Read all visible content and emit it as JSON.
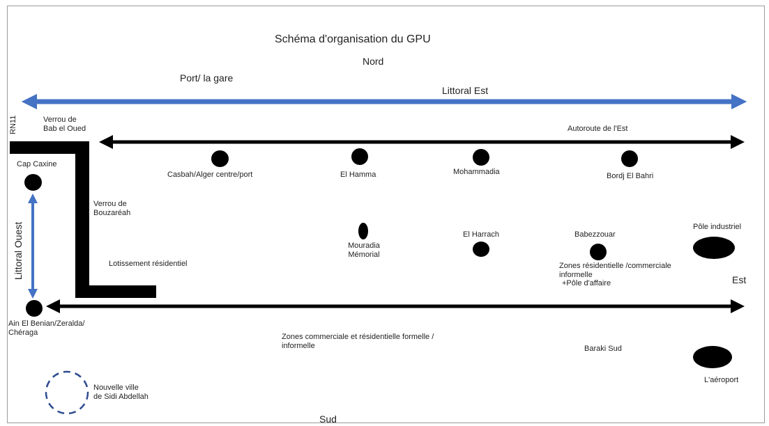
{
  "title": "Schéma d'organisation du GPU",
  "directions": {
    "north": "Nord",
    "south": "Sud",
    "east": "Est"
  },
  "labels": {
    "port_gare": "Port/ la gare",
    "littoral_est": "Littoral Est",
    "rn11": "RN11",
    "verrou_line1": "Verrou de",
    "verrou_line2": "Bab el Oued",
    "autoroute_est": "Autoroute de l'Est",
    "cap_caxine": "Cap Caxine",
    "casbah": "Casbah/Alger centre/port",
    "el_hamma": "El Hamma",
    "mohammadia": "Mohammadia",
    "bordj_el_bahri": "Bordj El Bahri",
    "verrou_bouzareah_line1": "Verrou de",
    "verrou_bouzareah_line2": "Bouzaréah",
    "littoral_ouest": "Littoral Ouest",
    "mouradia_line1": "Mouradia",
    "mouradia_line2": "Mémorial",
    "el_harrach": "El Harrach",
    "bab_ezzouar": "Babezzouar",
    "pole_industriel": "Pôle industriel",
    "lotissement": "Lotissement résidentiel",
    "zones_line1": "Zones résidentielle /commerciale",
    "zones_line2": "informelle",
    "zones_line3": "+Pôle d'affaire",
    "ain_benian_line1": "Ain El Benian/Zeralda/",
    "ain_benian_line2": "Chéraga",
    "zones_commerciales_line1": "Zones commerciale et résidentielle formelle /",
    "zones_commerciales_line2": "informelle",
    "baraki_sud": "Baraki Sud",
    "aeroport": "L'aéroport",
    "nouvelle_ville_line1": "Nouvelle ville",
    "nouvelle_ville_line2": "de Sidi Abdellah"
  },
  "colors": {
    "blue_arrow": "#4472c4",
    "black": "#000000",
    "dashed_circle": "#2f4b8f"
  }
}
